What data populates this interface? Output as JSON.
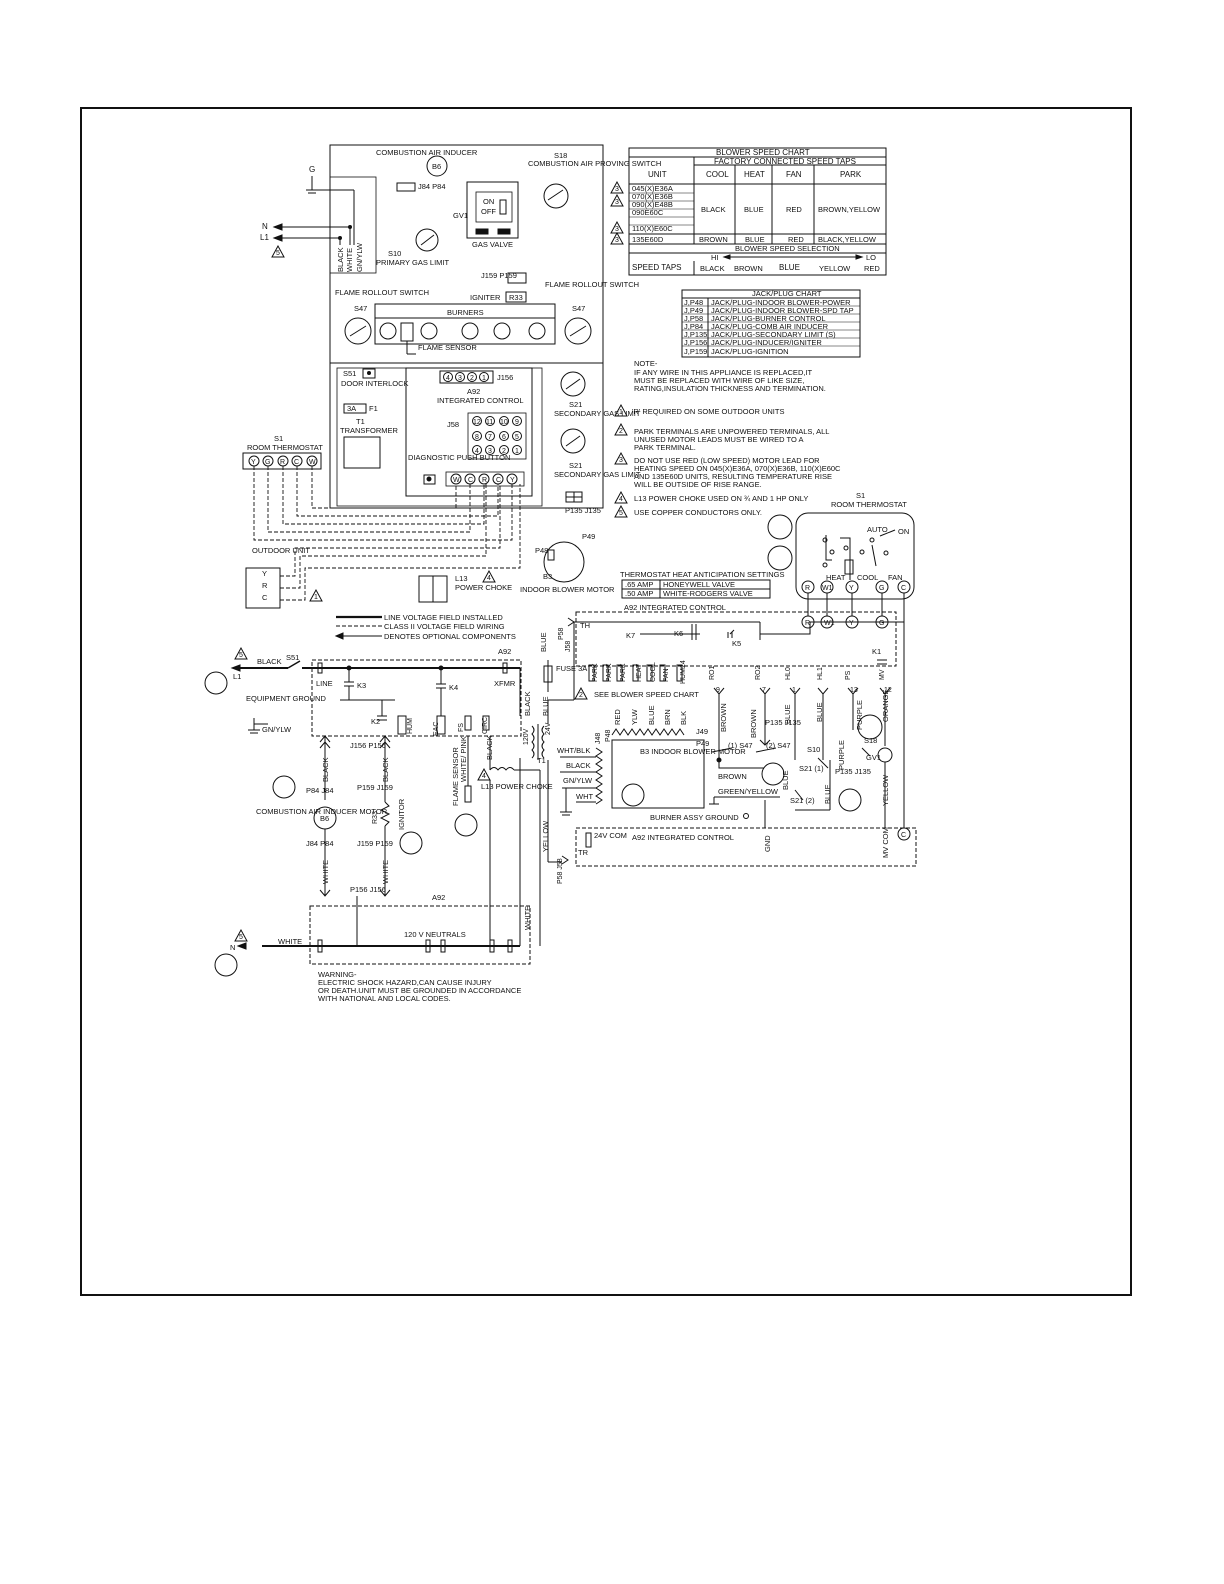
{
  "components": {
    "combustion_air_inducer": "COMBUSTION AIR INDUCER",
    "b6": "B6",
    "j84_p84": "J84 P84",
    "s18": "S18",
    "combustion_air_proving_switch": "COMBUSTION AIR PROVING SWITCH",
    "gv1": "GV1",
    "gas_valve": "GAS VALVE",
    "on": "ON",
    "off": "OFF",
    "s10": "S10",
    "primary_gas_limit": "PRIMARY GAS LIMIT",
    "j159_p159": "J159 P159",
    "igniter": "IGNITER",
    "r33": "R33",
    "flame_rollout_switch": "FLAME ROLLOUT SWITCH",
    "s47": "S47",
    "burners": "BURNERS",
    "flame_sensor": "FLAME SENSOR",
    "s51": "S51",
    "door_interlock": "DOOR INTERLOCK",
    "f1": "F1",
    "fuse_3a": "3A",
    "t1": "T1",
    "transformer": "TRANSFORMER",
    "a92": "A92",
    "integrated_control": "INTEGRATED CONTROL",
    "j156": "J156",
    "j58": "J58",
    "diagnostic_push_button": "DIAGNOSTIC PUSH BUTTON",
    "s21": "S21",
    "secondary_gas_limit": "SECONDARY GAS LIMIT",
    "p135_j135": "P135 J135",
    "p48": "P48",
    "p49": "P49",
    "b3": "B3",
    "indoor_blower_motor": "INDOOR BLOWER MOTOR",
    "l13": "L13",
    "power_choke": "POWER CHOKE",
    "s1": "S1",
    "room_thermostat": "ROOM THERMOSTAT",
    "outdoor_unit": "OUTDOOR UNIT",
    "g": "G",
    "n": "N",
    "l1": "L1",
    "wires_vertical": [
      "BLACK",
      "WHITE",
      "GN/YLW"
    ],
    "thermostat_terminals": [
      "Y",
      "G",
      "R",
      "C",
      "W"
    ],
    "j156_pins": [
      "4",
      "3",
      "2",
      "1"
    ],
    "j58_pins": [
      "12",
      "11",
      "10",
      "9",
      "8",
      "7",
      "6",
      "5",
      "4",
      "3",
      "2",
      "1"
    ],
    "control_terminals": [
      "W",
      "C",
      "R",
      "C",
      "Y"
    ],
    "outdoor_terminals": [
      "Y",
      "R",
      "C"
    ]
  },
  "blower_chart": {
    "title": "BLOWER SPEED CHART",
    "subtitle": "FACTORY CONNECTED SPEED TAPS",
    "headers": [
      "UNIT",
      "COOL",
      "HEAT",
      "FAN",
      "PARK"
    ],
    "units": [
      "045(X)E36A",
      "070(X)E36B",
      "090(X)E48B",
      "090E60C",
      "110(X)E60C"
    ],
    "group_values": [
      "BLACK",
      "BLUE",
      "RED",
      "BROWN,YELLOW"
    ],
    "last_unit": "135E60D",
    "last_values": [
      "BROWN",
      "BLUE",
      "RED",
      "BLACK,YELLOW"
    ],
    "selection_title": "BLOWER SPEED SELECTION",
    "hi": "HI",
    "lo": "LO",
    "speed_taps_label": "SPEED TAPS",
    "speed_taps": [
      "BLACK",
      "BROWN",
      "BLUE",
      "YELLOW",
      "RED"
    ]
  },
  "jack_chart": {
    "title": "JACK/PLUG CHART",
    "rows": [
      [
        "J,P48",
        "JACK/PLUG-INDOOR BLOWER-POWER"
      ],
      [
        "J,P49",
        "JACK/PLUG-INDOOR BLOWER-SPD TAP"
      ],
      [
        "J,P58",
        "JACK/PLUG-BURNER CONTROL"
      ],
      [
        "J,P84",
        "JACK/PLUG-COMB AIR INDUCER"
      ],
      [
        "J,P135",
        "JACK/PLUG-SECONDARY LIMIT (S)"
      ],
      [
        "J,P156",
        "JACK/PLUG-INDUCER/IGNITER"
      ],
      [
        "J,P159",
        "JACK/PLUG-IGNITION"
      ]
    ]
  },
  "notes": {
    "note_title": "NOTE-",
    "note_lines": [
      "IF ANY WIRE IN THIS APPLIANCE IS REPLACED,IT",
      "MUST BE REPLACED WITH WIRE OF LIKE SIZE,",
      "RATING,INSULATION THICKNESS AND TERMINATION."
    ],
    "note1": [
      "'R' REQUIRED ON SOME OUTDOOR UNITS"
    ],
    "note2": [
      "PARK TERMINALS ARE UNPOWERED TERMINALS, ALL",
      "UNUSED MOTOR LEADS MUST BE WIRED TO A",
      "PARK TERMINAL."
    ],
    "note3": [
      "DO NOT USE RED (LOW SPEED) MOTOR LEAD FOR",
      "HEATING SPEED ON 045(X)E36A, 070(X)E36B, 110(X)E60C",
      "AND 135E60D UNITS, RESULTING TEMPERATURE RISE",
      "WILL BE OUTSIDE OF RISE RANGE."
    ],
    "note4": [
      "L13 POWER CHOKE USED ON ¾ AND 1 HP ONLY"
    ],
    "note5": [
      "USE COPPER CONDUCTORS ONLY."
    ]
  },
  "anticipation": {
    "title": "THERMOSTAT HEAT ANTICIPATION SETTINGS",
    "rows": [
      [
        ".65 AMP",
        "HONEYWELL VALVE"
      ],
      [
        ".50 AMP",
        "WHITE-RODGERS VALVE"
      ]
    ]
  },
  "legend": {
    "line_voltage": "LINE VOLTAGE FIELD INSTALLED",
    "class2": "CLASS II VOLTAGE FIELD WIRING",
    "optional": "DENOTES OPTIONAL COMPONENTS"
  },
  "thermostat_right": {
    "s1": "S1",
    "title": "ROOM THERMOSTAT",
    "auto": "AUTO",
    "on": "ON",
    "heat": "HEAT",
    "cool": "COOL",
    "fan": "FAN",
    "terminals": [
      "R",
      "W1",
      "Y",
      "G",
      "C"
    ]
  },
  "schematic": {
    "a92_integrated_control": "A92  INTEGRATED CONTROL",
    "black": "BLACK",
    "s51": "S51",
    "a92": "A92",
    "line": "LINE",
    "xfmr": "XFMR",
    "k3": "K3",
    "k4": "K4",
    "k2": "K2",
    "hum": "HUM",
    "eac": "EAC",
    "fs": "FS",
    "circ": "CIRC",
    "equipment_ground": "EQUIPMENT GROUND",
    "gn_ylw": "GN/YLW",
    "l1": "L1",
    "j156_p156_top": "J156 P156",
    "black2": "BLACK",
    "black3": "BLACK",
    "p84_j84": "P84 J84",
    "p159_j159": "P159 J159",
    "b6": "B6",
    "combustion_air_inducer_motor": "COMBUSTION AIR INDUCER MOTOR",
    "r33": "R33",
    "ignitor": "IGNITOR",
    "j84_p84": "J84 P84",
    "j159_p159": "J159 P159",
    "white_a": "WHITE",
    "white_b": "WHITE",
    "p156_j156": "P156 J156",
    "a92_b": "A92",
    "neutrals": "120 V NEUTRALS",
    "white_c": "WHITE",
    "white_d": "WHITE",
    "n": "N",
    "flame_sensor": "FLAME SENSOR",
    "white_pink": "WHITE/ PINK",
    "black4": "BLACK",
    "l13_power_choke": "L13 POWER CHOKE",
    "blue_a": "BLUE",
    "fuse": "FUSE 3A",
    "black5": "BLACK",
    "blue_b": "BLUE",
    "v120": "120V",
    "v24": "24V",
    "t1": "T1",
    "yellow": "YELLOW",
    "th": "TH",
    "p58": "P58",
    "j58": "J58",
    "k7": "K7",
    "k6": "K6",
    "k5": "K5",
    "k1": "K1",
    "taps": [
      "PARK",
      "PARK",
      "PARK",
      "HEAT",
      "COOL",
      "FAN",
      "HUM24"
    ],
    "see_chart": "SEE BLOWER SPEED CHART",
    "motor_leads": [
      "RED",
      "YLW",
      "BLUE",
      "BRN",
      "BLK"
    ],
    "j49": "J49",
    "p49": "P49",
    "j48": "J48",
    "p48": "P48",
    "wht_blk": "WHT/BLK",
    "black6": "BLACK",
    "gn_ylw2": "GN/YLW",
    "wht": "WHT",
    "b3_motor": "B3 INDOOR BLOWER MOTOR",
    "terminals": [
      "RO1",
      "RO2",
      "HL0",
      "HL1",
      "PS",
      "MV"
    ],
    "pins": [
      "9",
      "7",
      "1",
      "",
      "13",
      "12"
    ],
    "brown_a": "BROWN",
    "brown_b": "BROWN",
    "blue_c": "BLUE",
    "blue_d": "BLUE",
    "purple": "PURPLE",
    "orange": "ORANGE",
    "p135_j135": "P135 J135",
    "s47_1": "(1) S47",
    "s47_2": "(2) S47",
    "brown_c": "BROWN",
    "s21_1": "S21 (1)",
    "s10": "S10",
    "purple2": "PURPLE",
    "s18": "S18",
    "gv1": "GV1",
    "p135_j135_b": "P135 J135",
    "blue_e": "BLUE",
    "blue_f": "BLUE",
    "yellow2": "YELLOW",
    "green_yellow": "GREEN/YELLOW",
    "s21_2": "S21 (2)",
    "burner_assy_ground": "BURNER ASSY GROUND",
    "v24_com": "24V COM",
    "tr": "TR",
    "gnd": "GND",
    "mv_com": "MV COM",
    "a92_integrated": "A92 INTEGRATED CONTROL",
    "p58_j58_b": "P58 J58",
    "warning": [
      "WARNING-",
      "ELECTRIC SHOCK HAZARD,CAN CAUSE INJURY",
      "OR DEATH.UNIT MUST BE GROUNDED IN ACCORDANCE",
      "WITH NATIONAL AND LOCAL CODES."
    ]
  },
  "markers": [
    "1",
    "2",
    "3",
    "4",
    "5"
  ]
}
